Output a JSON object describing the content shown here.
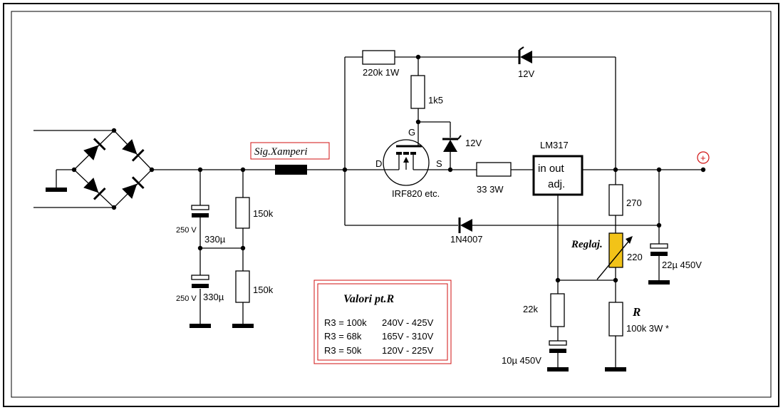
{
  "labels": {
    "r_220k": "220k 1W",
    "d_12v_top": "12V",
    "r_1k5": "1k5",
    "gate": "G",
    "zener_12v": "12V",
    "drain": "D",
    "source": "S",
    "mosfet": "IRF820 etc.",
    "r_33": "33  3W",
    "lm317": "LM317",
    "ic_in_out": "in  out",
    "ic_adj": "adj.",
    "sig": "Sig.Xamperi",
    "plus": "+",
    "c1_v": "250 V",
    "c_mid": "330µ",
    "c2_v": "250 V",
    "c2_val": "330µ",
    "r_150k_top": "150k",
    "r_150k_bot": "150k",
    "d_1n4007": "1N4007",
    "r_270": "270",
    "reglaj": "Reglaj.",
    "pot_220": "220",
    "c_22u": "22µ 450V",
    "r_22k": "22k",
    "c_10u": "10µ 450V",
    "r_label": "R",
    "r_value": "100k 3W *"
  },
  "table": {
    "title": "Valori pt.R",
    "rows": [
      {
        "name": "R3 = 100k",
        "range": "240V - 425V"
      },
      {
        "name": "R3 = 68k",
        "range": "165V - 310V"
      },
      {
        "name": "R3 = 50k",
        "range": "120V - 225V"
      }
    ]
  },
  "colors": {
    "wire": "#000000",
    "accent_red": "#d01010",
    "pot_fill": "#f2c318"
  }
}
